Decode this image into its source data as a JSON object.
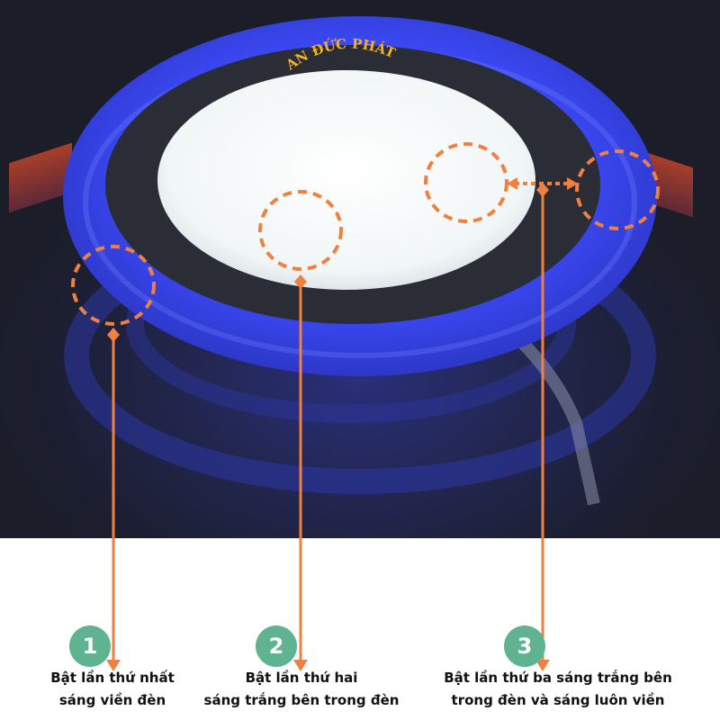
{
  "brand": {
    "text": "AN ĐỨC PHÁT",
    "color": "#f5b21e"
  },
  "colors": {
    "accent_orange": "#f08040",
    "badge_green": "#5fb391",
    "ring_blue": "#3d4cf5",
    "disc_white": "#f4f7f8",
    "background_dark": "#1c1f2d"
  },
  "steps": [
    {
      "number": "1",
      "line1": "Bật lần thứ nhất",
      "line2": "sáng viền đèn"
    },
    {
      "number": "2",
      "line1": "Bật lần thứ hai",
      "line2": "sáng trắng bên trong đèn"
    },
    {
      "number": "3",
      "line1": "Bật lần thứ ba sáng trắng bên",
      "line2": "trong đèn và sáng luôn viền"
    }
  ]
}
